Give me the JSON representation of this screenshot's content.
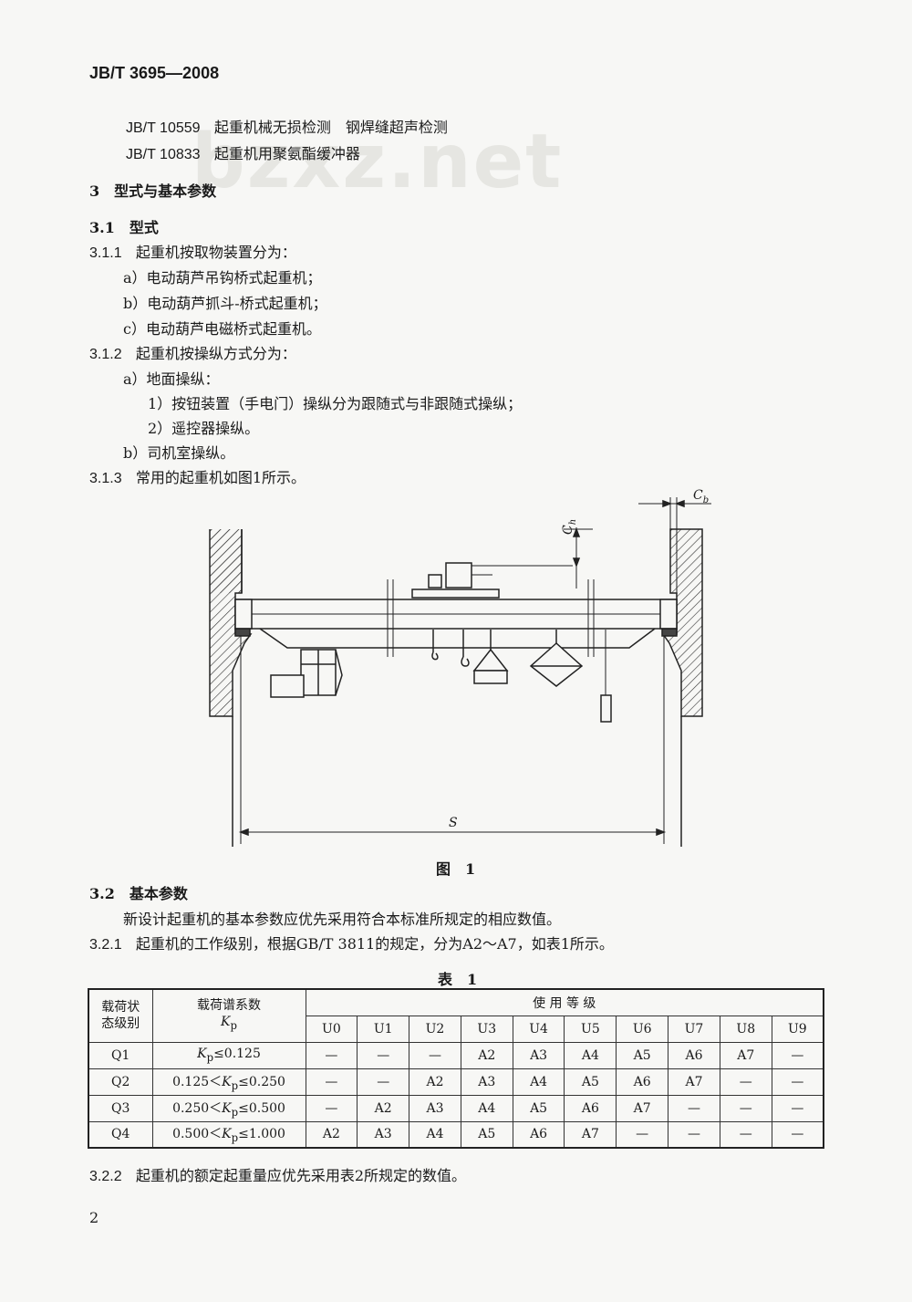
{
  "header": {
    "standard_code": "JB/T 3695—2008"
  },
  "watermark": "bzxz.net",
  "references": [
    {
      "code": "JB/T 10559",
      "title": "起重机械无损检测　钢焊缝超声检测"
    },
    {
      "code": "JB/T 10833",
      "title": "起重机用聚氨酯缓冲器"
    }
  ],
  "section3": {
    "heading": "3　型式与基本参数",
    "s31": "3.1　型式",
    "s311": {
      "num": "3.1.1",
      "text": "起重机按取物装置分为：",
      "items": [
        "a）电动葫芦吊钩桥式起重机；",
        "b）电动葫芦抓斗-桥式起重机；",
        "c）电动葫芦电磁桥式起重机。"
      ]
    },
    "s312": {
      "num": "3.1.2",
      "text": "起重机按操纵方式分为：",
      "a": "a）地面操纵：",
      "a1": "1）按钮装置（手电门）操纵分为跟随式与非跟随式操纵；",
      "a2": "2）遥控器操纵。",
      "b": "b）司机室操纵。"
    },
    "s313": {
      "num": "3.1.3",
      "text": "常用的起重机如图1所示。"
    },
    "figure": {
      "caption": "图　1",
      "label_s": "S",
      "label_ch": "C",
      "label_ch_sub": "h",
      "label_cb": "C",
      "label_cb_sub": "b"
    },
    "s32": "3.2　基本参数",
    "s32_text": "新设计起重机的基本参数应优先采用符合本标准所规定的相应数值。",
    "s321": {
      "num": "3.2.1",
      "text": "起重机的工作级别，根据GB/T 3811的规定，分为A2～A7，如表1所示。"
    },
    "table_caption": "表　1",
    "s322": {
      "num": "3.2.2",
      "text": "起重机的额定起重量应优先采用表2所规定的数值。"
    }
  },
  "table1": {
    "col1_header": [
      "载荷状",
      "态级别"
    ],
    "col2_header_top": "载荷谱系数",
    "col2_header_k": "K",
    "col2_header_sub": "p",
    "usage_header": "使 用 等 级",
    "usage_levels": [
      "U0",
      "U1",
      "U2",
      "U3",
      "U4",
      "U5",
      "U6",
      "U7",
      "U8",
      "U9"
    ],
    "rows": [
      {
        "state": "Q1",
        "k_pre": "",
        "k_post": "≤0.125",
        "cells": [
          "—",
          "—",
          "—",
          "A2",
          "A3",
          "A4",
          "A5",
          "A6",
          "A7",
          "—"
        ]
      },
      {
        "state": "Q2",
        "k_pre": "0.125＜",
        "k_post": "≤0.250",
        "cells": [
          "—",
          "—",
          "A2",
          "A3",
          "A4",
          "A5",
          "A6",
          "A7",
          "—",
          "—"
        ]
      },
      {
        "state": "Q3",
        "k_pre": "0.250＜",
        "k_post": "≤0.500",
        "cells": [
          "—",
          "A2",
          "A3",
          "A4",
          "A5",
          "A6",
          "A7",
          "—",
          "—",
          "—"
        ]
      },
      {
        "state": "Q4",
        "k_pre": "0.500＜",
        "k_post": "≤1.000",
        "cells": [
          "A2",
          "A3",
          "A4",
          "A5",
          "A6",
          "A7",
          "—",
          "—",
          "—",
          "—"
        ]
      }
    ]
  },
  "page_number": "2"
}
